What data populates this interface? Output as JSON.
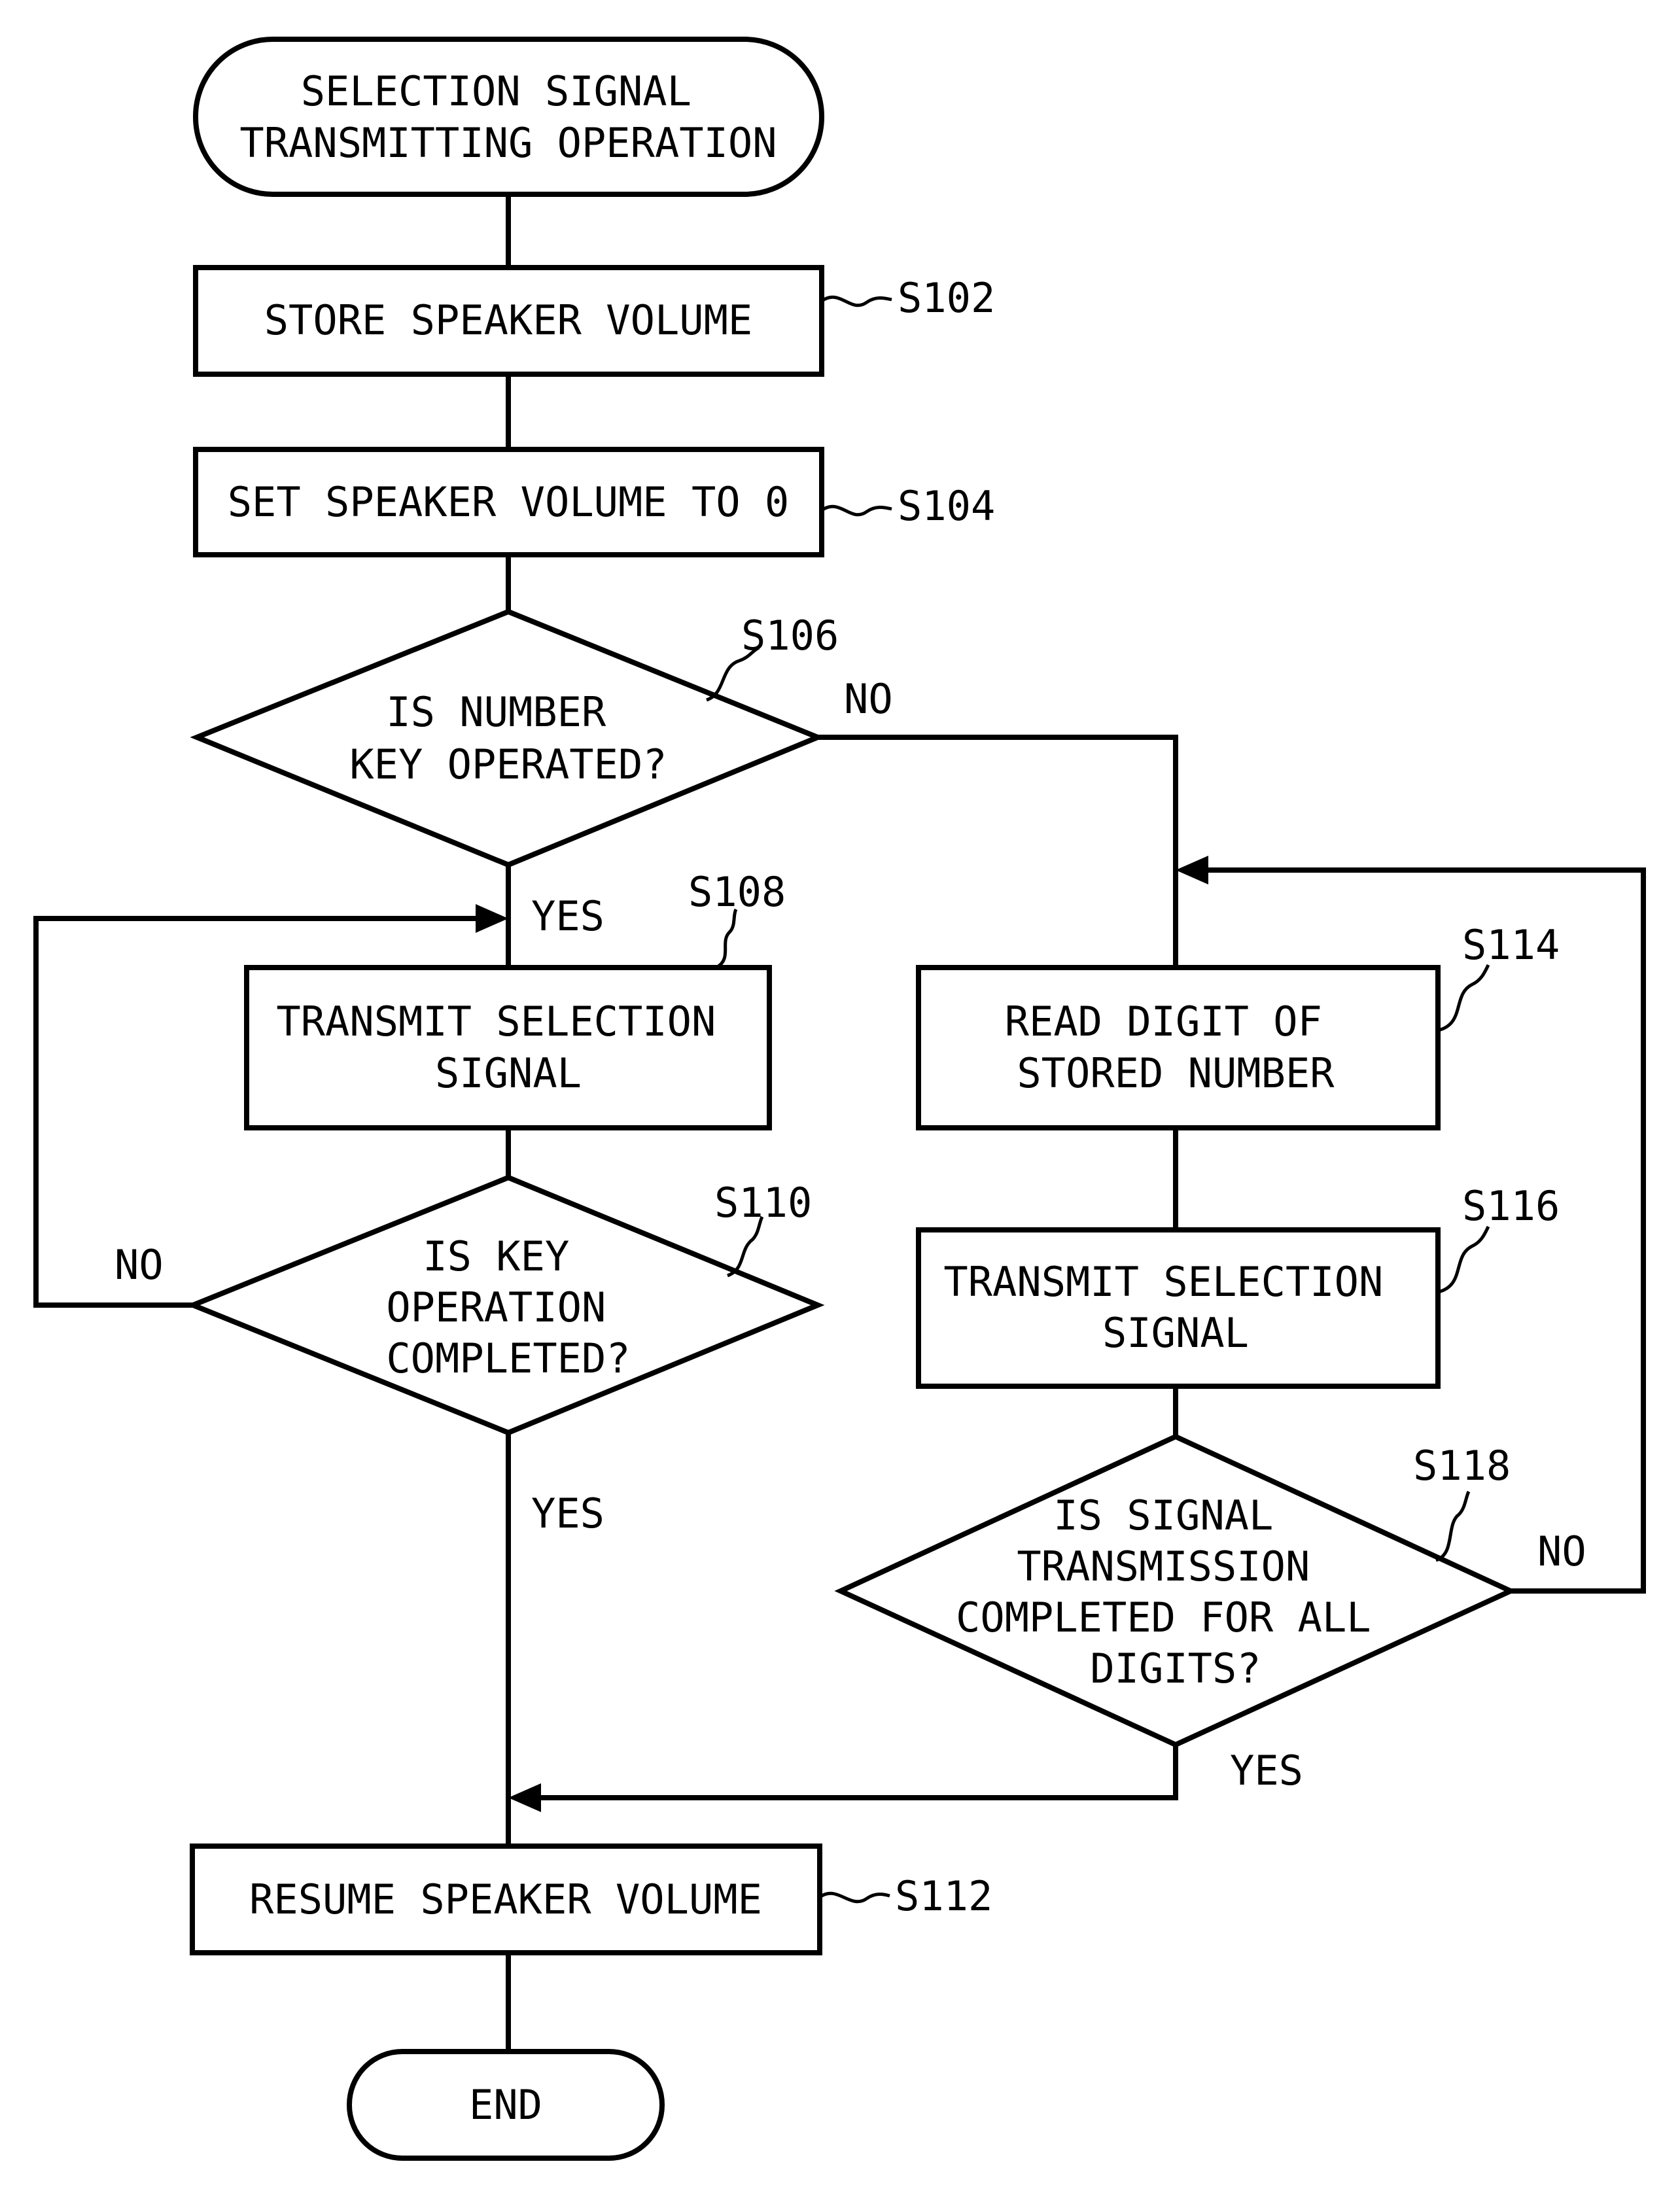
{
  "start": {
    "lines": [
      "SELECTION SIGNAL",
      "TRANSMITTING OPERATION"
    ]
  },
  "steps": {
    "s102": {
      "id": "S102",
      "lines": [
        "STORE SPEAKER VOLUME"
      ]
    },
    "s104": {
      "id": "S104",
      "lines": [
        "SET SPEAKER VOLUME TO 0"
      ]
    },
    "s106": {
      "id": "S106",
      "lines": [
        "IS NUMBER",
        "KEY OPERATED?"
      ]
    },
    "s108": {
      "id": "S108",
      "lines": [
        "TRANSMIT SELECTION",
        "SIGNAL"
      ]
    },
    "s110": {
      "id": "S110",
      "lines": [
        "IS KEY",
        "OPERATION",
        "COMPLETED?"
      ]
    },
    "s112": {
      "id": "S112",
      "lines": [
        "RESUME SPEAKER VOLUME"
      ]
    },
    "s114": {
      "id": "S114",
      "lines": [
        "READ DIGIT OF",
        "STORED NUMBER"
      ]
    },
    "s116": {
      "id": "S116",
      "lines": [
        "TRANSMIT SELECTION",
        "SIGNAL"
      ]
    },
    "s118": {
      "id": "S118",
      "lines": [
        "IS SIGNAL",
        "TRANSMISSION",
        "COMPLETED FOR ALL",
        "DIGITS?"
      ]
    }
  },
  "end": {
    "lines": [
      "END"
    ]
  },
  "branches": {
    "s106_no": "NO",
    "s106_yes": "YES",
    "s110_no": "NO",
    "s110_yes": "YES",
    "s118_no": "NO",
    "s118_yes": "YES"
  }
}
